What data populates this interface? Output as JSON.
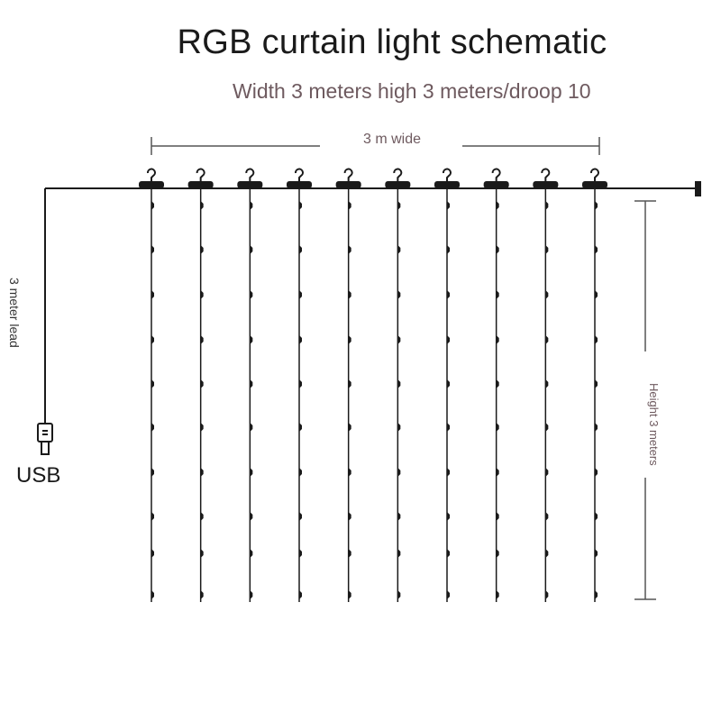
{
  "title": "RGB curtain light schematic",
  "subtitle": "Width 3 meters high 3 meters/droop 10",
  "width_label": "3 m wide",
  "lead_label": "3 meter lead",
  "height_label": "Height 3 meters",
  "usb_label": "USB",
  "droop_count": 10,
  "colors": {
    "line": "#1a1a1a",
    "text_accent": "#6e5a5f",
    "dim": "#555555"
  },
  "icons": [
    "hook-icon",
    "led-bulb-icon",
    "usb-plug-icon",
    "end-cap-icon"
  ]
}
